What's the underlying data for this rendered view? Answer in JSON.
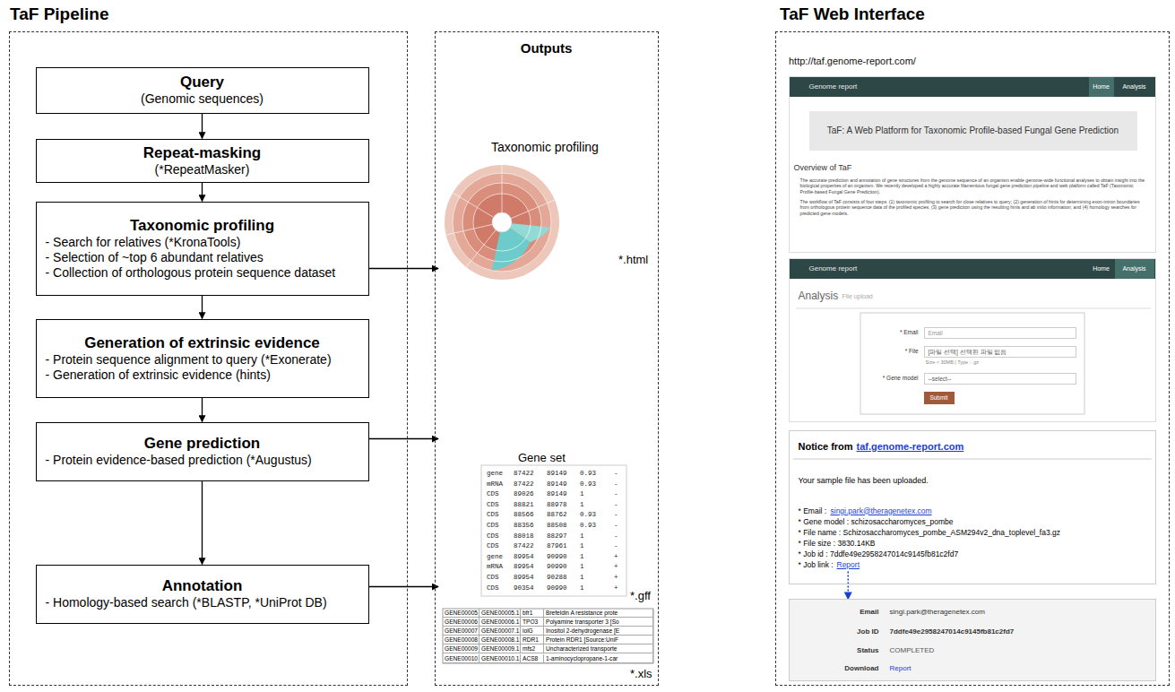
{
  "diagram": {
    "nodes": [
      {
        "text": [
          "TaF Pipeline"
        ]
      },
      {
        "text": [
          "Query",
          "(Genomic sequences)"
        ],
        "in": 0
      },
      {
        "text": [
          "Repeat-masking",
          "(*RepeatMasker)"
        ],
        "in": 0
      },
      {
        "text": [
          "Taxonomic profiling",
          "- Search for relatives (*KronaTools)",
          "- Selection of ~top 6 abundant relatives",
          "- Collection of orthologous protein sequence dataset"
        ],
        "in": 0
      },
      {
        "text": [
          "Generation of extrinsic evidence",
          "- Protein sequence alignment to query (*Exonerate)",
          "- Generation of extrinsic evidence (hints)"
        ],
        "in": 0
      },
      {
        "text": [
          "Gene prediction",
          "- Protein evidence-based prediction (*Augustus)"
        ],
        "in": 0
      },
      {
        "text": [
          "Annotation",
          "- Homology-based search (*BLASTP, *UniProt DB)"
        ],
        "in": 0
      },
      {
        "text": [
          "Outputs"
        ]
      },
      {
        "text": [
          "TaF Web Interface"
        ]
      },
      {
        "text": [
          "Genome report",
          "Home",
          "Analysis",
          "TaF: A Web Platform for Taxonomic Profile-based Fungal Gene Prediction",
          "Overview of TaF",
          "The accurate prediction and annotation of gene structures from the genome sequence of an organism enable genome-wide functional analyses to obtain insight into the biological properties of an organism. We recently developed a highly accurate filamentous fungal gene prediction pipeline and web platform called TaF (Taxonomic Profile-based Fungal Gene Prediction).",
          "The workflow of TaF consists of four steps: (1) taxonomic profiling to search for close relatives to query; (2) generation of hints for determining exon-intron boundaries from orthologous protein sequence data of the profiled species; (3) gene prediction using the resulting hints and ab initio information; and (4) homology searches for predicted gene models."
        ],
        "in": 8
      },
      {
        "text": [
          "Genome report",
          "Home",
          "Analysis",
          "Analysis",
          "File upload",
          "* Email",
          "Email",
          "* File",
          "[파일 선택] 선택된 파일 없음",
          "Size < 30MB | Type : .gz",
          "* Gene model",
          "--select--",
          "Submit"
        ],
        "in": 8
      },
      {
        "text": [
          "Notice from",
          "taf.genome-report.com",
          "Your sample file has been uploaded.",
          "* Email :",
          "singi.park@theragenetex.com",
          "* Gene model : schizosaccharomyces_pombe",
          "* File name : Schizosaccharomyces_pombe_ASM294v2_dna_toplevel_fa3.gz",
          "* File size : 3830.14KB",
          "* Job id : 7ddfe49e2958247014c9145fb81c2fd7",
          "* Job link :",
          "Report"
        ],
        "in": 8
      },
      {
        "text": [
          "Email",
          "singi.park@theragenetex.com",
          "Job ID",
          "7ddfe49e2958247014c9145fb81c2fd7",
          "Status",
          "COMPLETED",
          "Download",
          "Report"
        ],
        "in": 8
      }
    ],
    "edges": [
      {
        "from": 1,
        "to": 2,
        "arrow": "to"
      },
      {
        "from": 2,
        "to": 3,
        "arrow": "to"
      },
      {
        "from": 3,
        "to": 4,
        "arrow": "to"
      },
      {
        "from": 4,
        "to": 5,
        "arrow": "to"
      },
      {
        "from": 5,
        "to": 6,
        "arrow": "to"
      },
      {
        "from": 3,
        "to": 7,
        "arrow": "to"
      },
      {
        "from": 5,
        "to": 7,
        "arrow": "to"
      },
      {
        "from": 6,
        "to": 7,
        "arrow": "to"
      },
      {
        "from": 11,
        "to": 12,
        "arrow": "to"
      }
    ],
    "labels": [
      "http://taf.genome-report.com/",
      "Taxonomic profiling",
      "*.html",
      "Gene set",
      "gene",
      "87422",
      "89149",
      "0.93",
      "-",
      "mRNA",
      "87422",
      "89149",
      "0.93",
      "-",
      "CDS",
      "89026",
      "89149",
      "1",
      "-",
      "CDS",
      "88821",
      "88978",
      "1",
      "-",
      "CDS",
      "88566",
      "88762",
      "0.93",
      "-",
      "CDS",
      "88356",
      "88508",
      "0.93",
      "-",
      "CDS",
      "88018",
      "88297",
      "1",
      "-",
      "CDS",
      "87422",
      "87961",
      "1",
      "-",
      "gene",
      "89954",
      "90990",
      "1",
      "+",
      "mRNA",
      "89954",
      "90990",
      "1",
      "+",
      "CDS",
      "89954",
      "90288",
      "1",
      "+",
      "CDS",
      "90354",
      "90990",
      "1",
      "+",
      "*.gff",
      "GENE00005",
      "GENE00005.1",
      "bfr1",
      "Brefeldin A resistance prote",
      "GENE00006",
      "GENE00006.1",
      "TPO3",
      "Polyamine transporter 3 [So",
      "GENE00007",
      "GENE00007.1",
      "iolG",
      "Inositol 2-dehydrogenase [E",
      "GENE00008",
      "GENE00008.1",
      "RDR1",
      "Protein RDR1 [Source:UniF",
      "GENE00009",
      "GENE00009.1",
      "mfs2",
      "Uncharacterized transporte",
      "GENE00010",
      "GENE00010.1",
      "ACS8",
      "1-aminocyclopropane-1-car",
      "*.xls"
    ]
  }
}
